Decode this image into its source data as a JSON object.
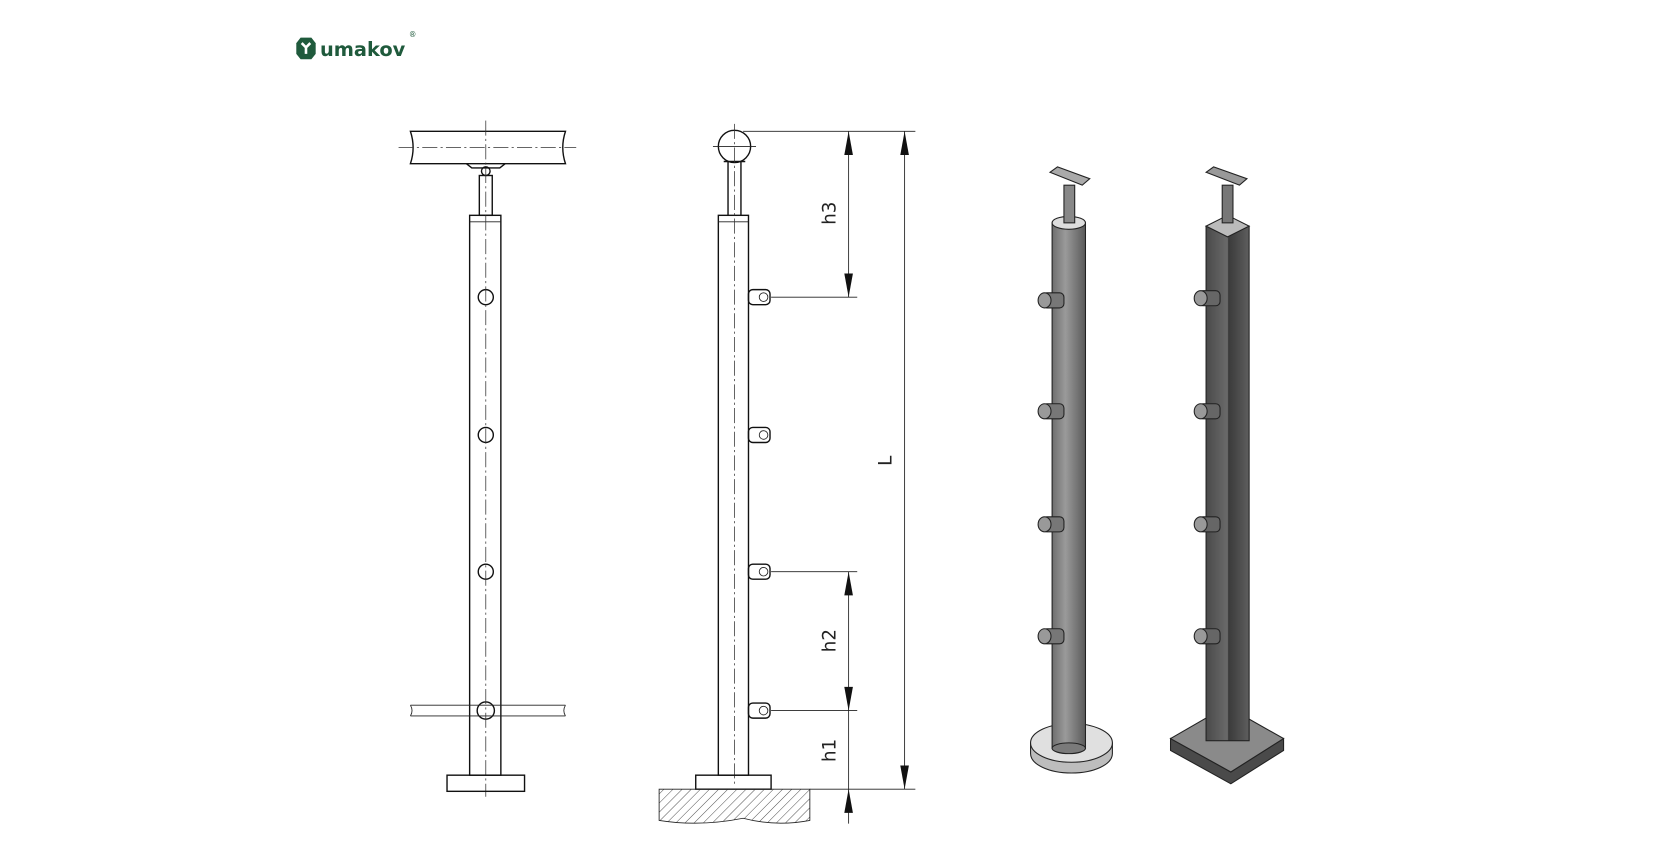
{
  "logo": {
    "text": "umakov",
    "mark": "®",
    "color": "#1f5a3c"
  },
  "dimensions": {
    "h1": "h1",
    "h2": "h2",
    "h3": "h3",
    "L": "L"
  },
  "colors": {
    "round_post": "#8a8a8a",
    "square_post": "#555555",
    "base_disc": "#e0e0e0"
  }
}
